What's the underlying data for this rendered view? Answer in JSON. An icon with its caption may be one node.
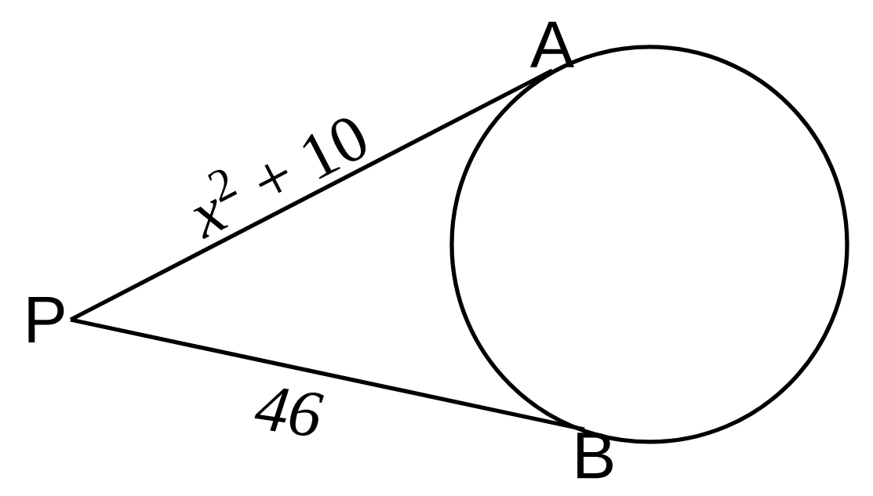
{
  "diagram": {
    "nodes": [
      {
        "text": [
          "P"
        ]
      },
      {
        "text": [
          "A"
        ]
      },
      {
        "text": [
          "B"
        ]
      },
      {
        "text": [],
        "shape": "circle"
      }
    ],
    "edges": [
      {
        "from": 0,
        "to": 1,
        "arrow": "none",
        "label": "*x*$^{2}$ + 10"
      },
      {
        "from": 0,
        "to": 2,
        "arrow": "none",
        "label": "*46*"
      }
    ]
  }
}
